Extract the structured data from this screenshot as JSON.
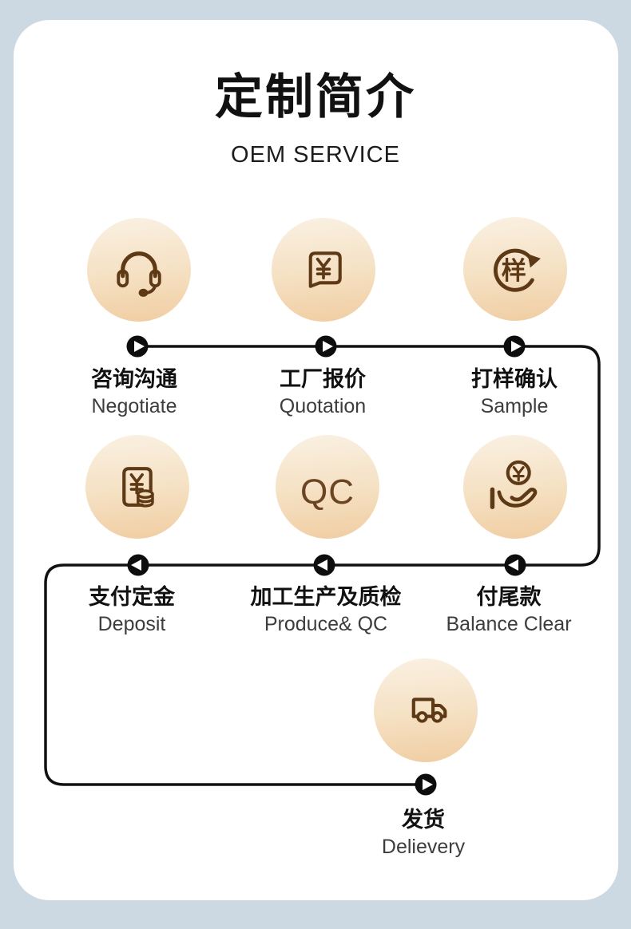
{
  "page": {
    "background": "#ccd9e2",
    "card_background": "#ffffff"
  },
  "header": {
    "title": "定制简介",
    "subtitle": "OEM SERVICE"
  },
  "colors": {
    "icon_brown": "#5d3916",
    "qc_brown": "#6b4423",
    "circle_gradient_top": "#faf1e3",
    "circle_gradient_bottom": "#f0cda2",
    "connector_line": "#111111",
    "label_chinese": "#111111",
    "label_english": "#3d3d3d"
  },
  "steps": [
    {
      "icon": "headset-icon",
      "label_cn": "咨询沟通",
      "label_en": "Negotiate"
    },
    {
      "icon": "quotation-icon",
      "label_cn": "工厂报价",
      "label_en": "Quotation"
    },
    {
      "icon": "sample-icon",
      "label_cn": "打样确认",
      "label_en": "Sample",
      "icon_text": "样"
    },
    {
      "icon": "deposit-icon",
      "label_cn": "支付定金",
      "label_en": "Deposit"
    },
    {
      "icon": "qc-icon",
      "label_cn": "加工生产及质检",
      "label_en": "Produce& QC",
      "icon_text": "QC"
    },
    {
      "icon": "balance-icon",
      "label_cn": "付尾款",
      "label_en": "Balance Clear"
    },
    {
      "icon": "truck-icon",
      "label_cn": "发货",
      "label_en": "Delievery"
    }
  ],
  "flow_markers": [
    "right",
    "right",
    "right",
    "left",
    "left",
    "left",
    "right"
  ]
}
